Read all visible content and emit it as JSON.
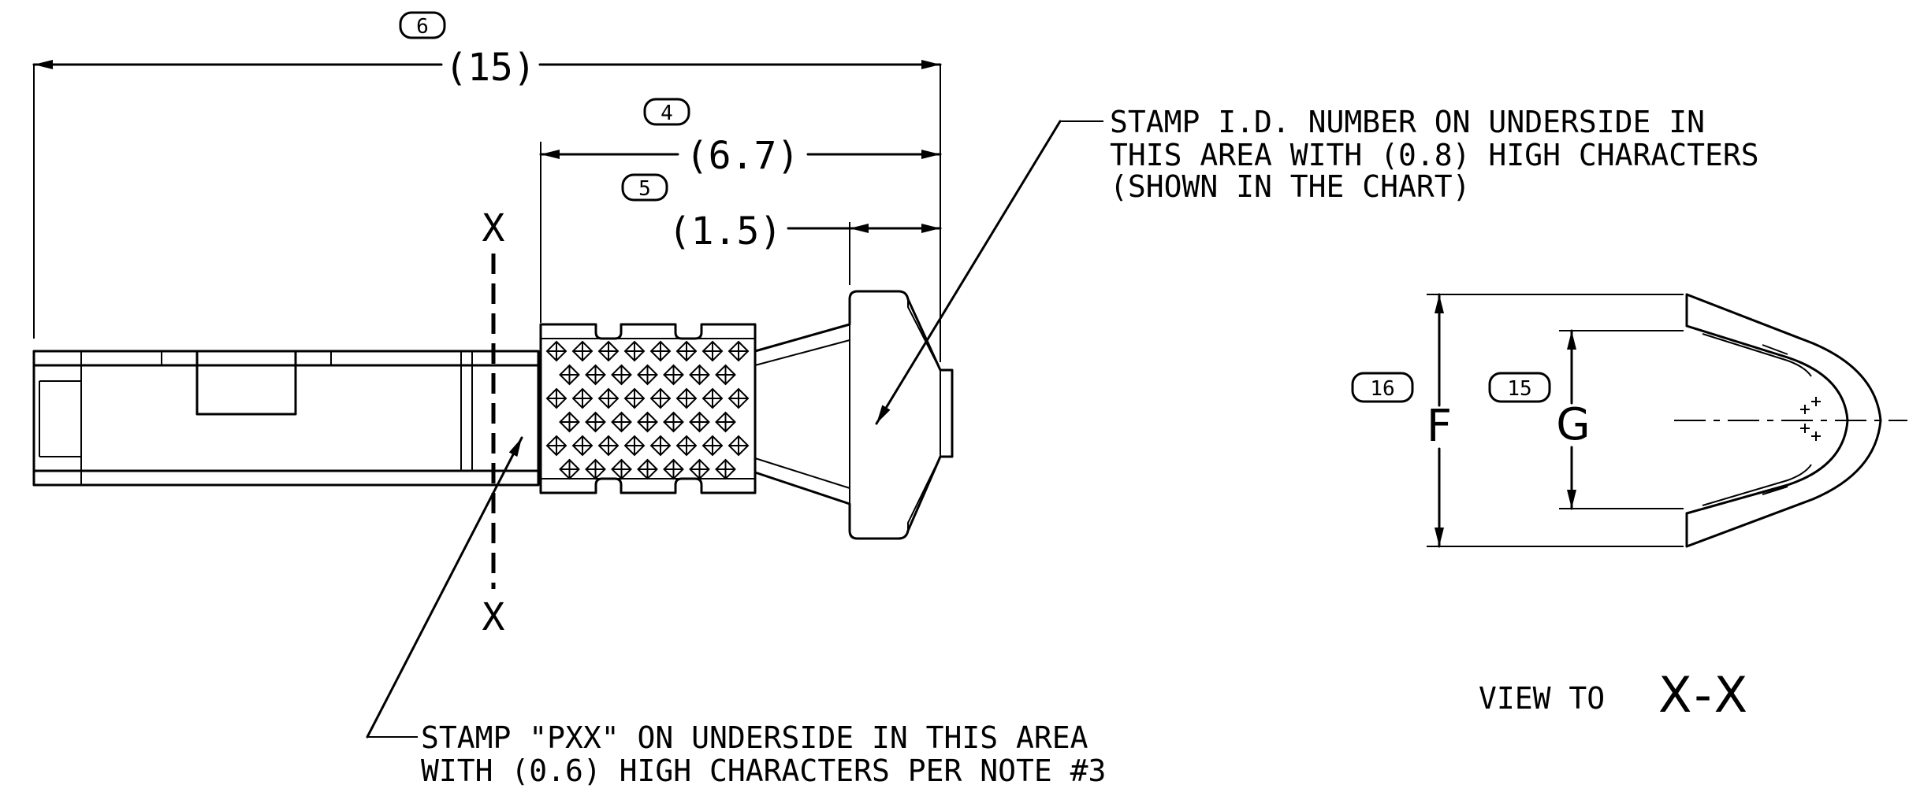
{
  "dimensions": {
    "overall": {
      "tag": "6",
      "value": "(15)"
    },
    "crimp": {
      "tag": "4",
      "value": "(6.7)"
    },
    "tip": {
      "tag": "5",
      "value": "(1.5)"
    },
    "height_f": {
      "tag": "16",
      "letter": "F"
    },
    "height_g": {
      "tag": "15",
      "letter": "G"
    }
  },
  "section": {
    "top": "X",
    "bottom": "X"
  },
  "notes": {
    "stamp_id": [
      "STAMP I.D. NUMBER ON UNDERSIDE IN",
      "THIS AREA WITH (0.8) HIGH CHARACTERS",
      "(SHOWN IN THE CHART)"
    ],
    "stamp_pxx": [
      "STAMP \"PXX\" ON UNDERSIDE IN THIS AREA",
      "WITH (0.6) HIGH CHARACTERS PER NOTE #3"
    ]
  },
  "view_label": {
    "prefix": "VIEW TO",
    "section": "X-X"
  }
}
